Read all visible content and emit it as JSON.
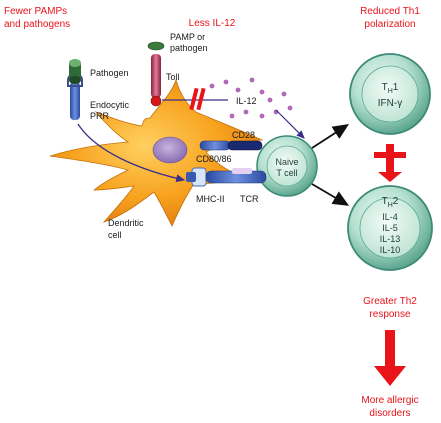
{
  "colors": {
    "red": "#e8141a",
    "dendritic_fill": "#f5a020",
    "tcell_fill": "#a8d8c8",
    "tcell_ring": "#3c8a78",
    "nucleus_fill": "#a48cc8",
    "il12_dots": "#b068b8",
    "arrow_blue": "#3a2e8c",
    "arrow_black": "#111111"
  },
  "headers": {
    "left_line1": "Fewer PAMPs",
    "left_line2": "and pathogens",
    "middle": "Less IL-12",
    "right_line1": "Reduced Th1",
    "right_line2": "polarization"
  },
  "labels": {
    "pathogen": "Pathogen",
    "endocytic_line1": "Endocytic",
    "endocytic_line2": "PRR",
    "pamp_line1": "PAMP or",
    "pamp_line2": "pathogen",
    "toll": "Toll",
    "il12": "IL-12",
    "cd28": "CD28",
    "cd8086": "CD80/86",
    "mhc": "MHC-II",
    "tcr": "TCR",
    "dendritic_line1": "Dendritic",
    "dendritic_line2": "cell",
    "naive_line1": "Naive",
    "naive_line2": "T cell"
  },
  "th1": {
    "name_main": "T",
    "name_sub": "H",
    "name_suffix": "1",
    "cytokines": [
      "IFN-γ"
    ]
  },
  "th2": {
    "name_main": "T",
    "name_sub": "H",
    "name_suffix": "2",
    "cytokines": [
      "IL-4",
      "IL-5",
      "IL-13",
      "IL-10"
    ]
  },
  "outcomes": {
    "greater_line1": "Greater Th2",
    "greater_line2": "response",
    "allergic_line1": "More allergic",
    "allergic_line2": "disorders"
  }
}
